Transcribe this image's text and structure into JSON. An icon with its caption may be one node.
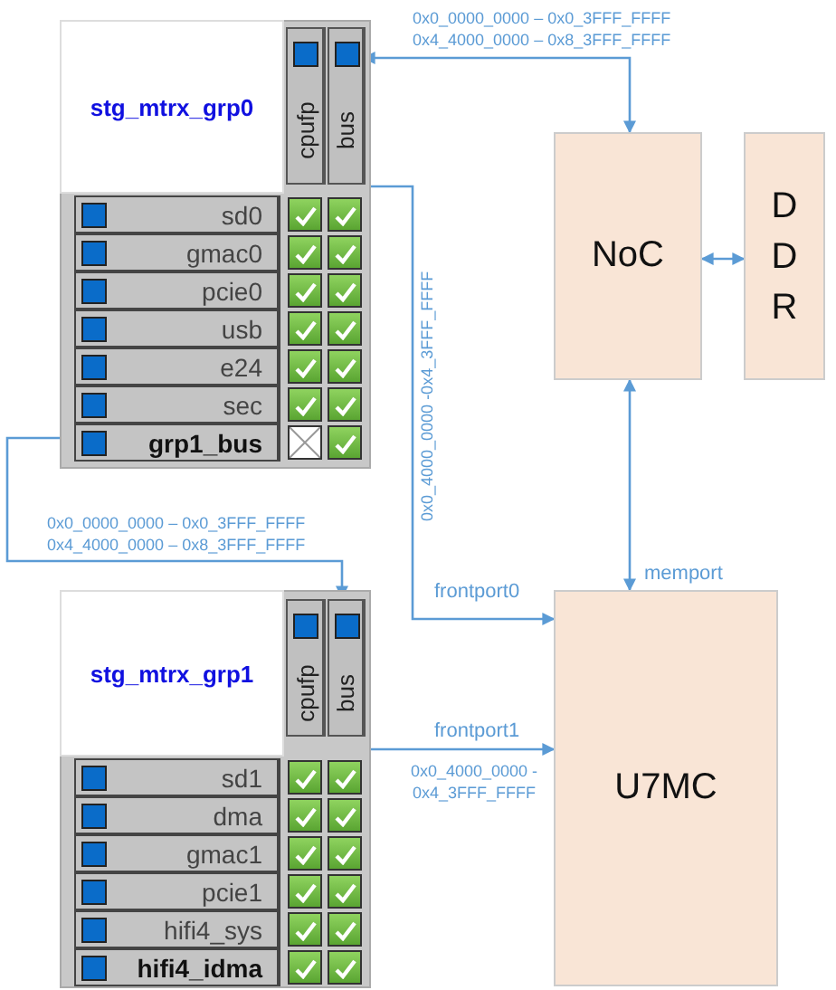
{
  "diagram": {
    "nodes": [
      {
        "text": [
          "stg_mtrx_grp0"
        ]
      },
      {
        "text": [
          "cpufp"
        ],
        "in": 0
      },
      {
        "text": [
          "bus"
        ],
        "in": 0
      },
      {
        "text": [
          "sd0"
        ],
        "in": 0
      },
      {
        "text": [
          "gmac0"
        ],
        "in": 0
      },
      {
        "text": [
          "pcie0"
        ],
        "in": 0
      },
      {
        "text": [
          "usb"
        ],
        "in": 0
      },
      {
        "text": [
          "e24"
        ],
        "in": 0
      },
      {
        "text": [
          "sec"
        ],
        "in": 0
      },
      {
        "text": [
          "grp1_bus"
        ],
        "in": 0
      },
      {
        "text": [
          "NoC"
        ]
      },
      {
        "text": [
          "DDR"
        ]
      },
      {
        "text": [
          "stg_mtrx_grp1"
        ]
      },
      {
        "text": [
          "cpufp"
        ],
        "in": 12
      },
      {
        "text": [
          "bus"
        ],
        "in": 12
      },
      {
        "text": [
          "sd1"
        ],
        "in": 12
      },
      {
        "text": [
          "dma"
        ],
        "in": 12
      },
      {
        "text": [
          "gmac1"
        ],
        "in": 12
      },
      {
        "text": [
          "pcie1"
        ],
        "in": 12
      },
      {
        "text": [
          "hifi4_sys"
        ],
        "in": 12
      },
      {
        "text": [
          "hifi4_idma"
        ],
        "in": 12
      },
      {
        "text": [
          "U7MC"
        ]
      }
    ],
    "edges": [
      {
        "from": 10,
        "to": 2,
        "arrow": "both",
        "label": "0x0_0000_0000 – 0x0_3FFF_FFFF 0x4_4000_0000 – 0x8_3FFF_FFFF"
      },
      {
        "from": 1,
        "to": 21,
        "arrow": "to",
        "label": "0x0_4000_0000 -0x4_3FFF_FFFF"
      },
      {
        "from": 10,
        "to": 11,
        "arrow": "both"
      },
      {
        "from": 10,
        "to": 21,
        "arrow": "both"
      },
      {
        "from": 9,
        "to": 14,
        "arrow": "both",
        "label": "0x0_0000_0000 – 0x0_3FFF_FFFF 0x4_4000_0000 – 0x8_3FFF_FFFF"
      },
      {
        "from": 21,
        "to": 13,
        "arrow": "both",
        "label": "0x0_4000_0000 - 0x4_3FFF_FFFF"
      }
    ],
    "labels": [
      "memport",
      "frontport0",
      "frontport1"
    ]
  }
}
